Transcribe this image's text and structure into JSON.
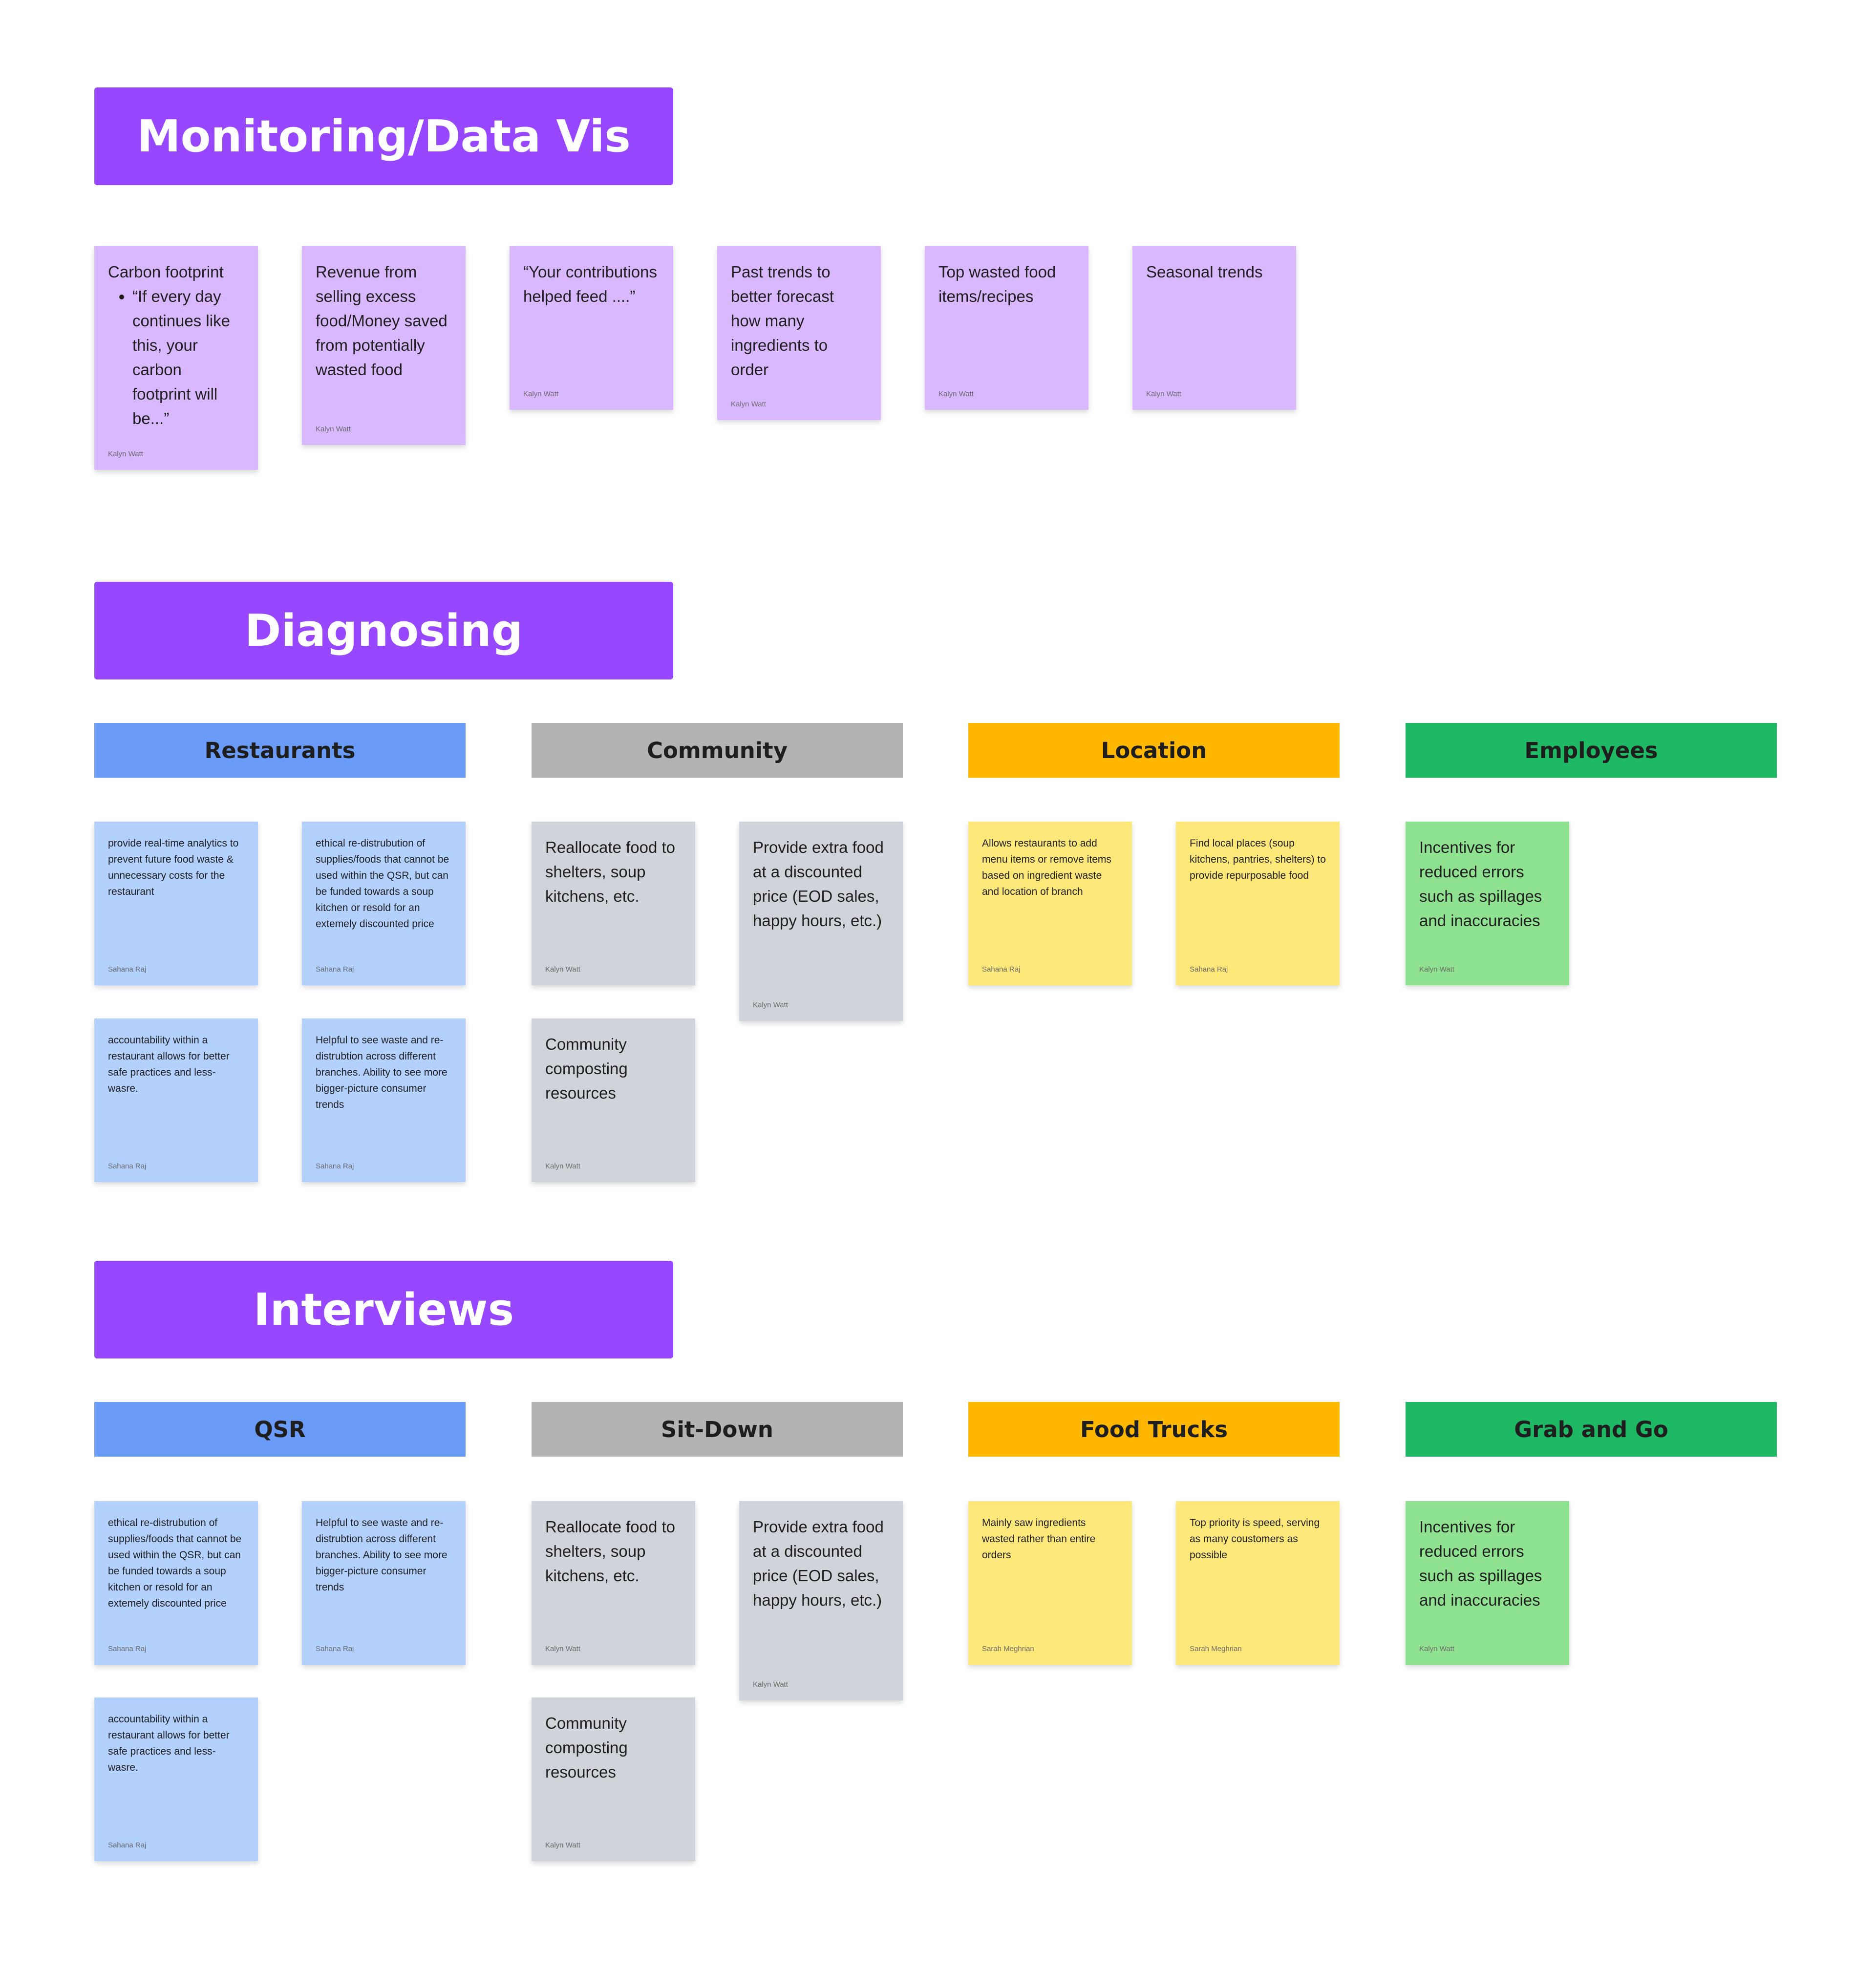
{
  "sections": {
    "monitoring": {
      "title": "Monitoring/Data Vis",
      "notes": [
        {
          "text": "Carbon footprint",
          "bullets": [
            "“If every day continues like this, your carbon footprint will be...”"
          ],
          "author": "Kalyn Watt"
        },
        {
          "text": "Revenue from selling excess food/Money saved from potentially wasted food",
          "author": "Kalyn Watt"
        },
        {
          "text": "“Your contributions helped feed ....”",
          "author": "Kalyn Watt"
        },
        {
          "text": "Past trends to better forecast how many ingredients to order",
          "author": "Kalyn Watt"
        },
        {
          "text": "Top wasted food items/recipes",
          "author": "Kalyn Watt"
        },
        {
          "text": "Seasonal trends",
          "author": "Kalyn Watt"
        }
      ]
    },
    "diagnosing": {
      "title": "Diagnosing",
      "categories": {
        "restaurants": "Restaurants",
        "community": "Community",
        "location": "Location",
        "employees": "Employees"
      },
      "restaurants_notes": [
        {
          "text": "provide real-time analytics to prevent future food waste & unnecessary costs for the restaurant",
          "author": "Sahana Raj"
        },
        {
          "text": "ethical re-distrubution of supplies/foods that cannot be used within the QSR, but can be funded towards a soup kitchen or resold for an extemely discounted price",
          "author": "Sahana Raj"
        },
        {
          "text": "accountability within a restaurant allows for better safe practices and less-wasre.",
          "author": "Sahana Raj"
        },
        {
          "text": "Helpful to see waste and re-distrubtion across different branches. Ability to see more bigger-picture consumer trends",
          "author": "Sahana Raj"
        }
      ],
      "community_notes": [
        {
          "text": "Reallocate food to shelters, soup kitchens, etc.",
          "author": "Kalyn Watt"
        },
        {
          "text": "Provide extra food at a discounted price (EOD sales, happy hours, etc.)",
          "author": "Kalyn Watt"
        },
        {
          "text": "Community composting resources",
          "author": "Kalyn Watt"
        }
      ],
      "location_notes": [
        {
          "text": "Allows restaurants to add menu items or remove items based on ingredient waste and location of branch",
          "author": "Sahana Raj"
        },
        {
          "text": "Find local places (soup kitchens, pantries, shelters) to provide repurposable food",
          "author": "Sahana Raj"
        }
      ],
      "employees_notes": [
        {
          "text": "Incentives for reduced errors such as spillages and inaccuracies",
          "author": "Kalyn Watt"
        }
      ]
    },
    "interviews": {
      "title": "Interviews",
      "categories": {
        "qsr": "QSR",
        "sitdown": "Sit-Down",
        "foodtrucks": "Food Trucks",
        "grabgo": "Grab and Go"
      },
      "qsr_notes": [
        {
          "text": "ethical re-distrubution of supplies/foods that cannot be used within the QSR, but can be funded towards a soup kitchen or resold for an extemely discounted price",
          "author": "Sahana Raj"
        },
        {
          "text": "Helpful to see waste and re-distrubtion across different branches. Ability to see more bigger-picture consumer trends",
          "author": "Sahana Raj"
        },
        {
          "text": "accountability within a restaurant allows for better safe practices and less-wasre.",
          "author": "Sahana Raj"
        }
      ],
      "sitdown_notes": [
        {
          "text": "Reallocate food to shelters, soup kitchens, etc.",
          "author": "Kalyn Watt"
        },
        {
          "text": "Provide extra food at a discounted price (EOD sales, happy hours, etc.)",
          "author": "Kalyn Watt"
        },
        {
          "text": "Community composting resources",
          "author": "Kalyn Watt"
        }
      ],
      "foodtrucks_notes": [
        {
          "text": "Mainly saw ingredients wasted rather than entire orders",
          "author": "Sarah Meghrian"
        },
        {
          "text": "Top priority is speed, serving as many coustomers as possible",
          "author": "Sarah Meghrian"
        }
      ],
      "grabgo_notes": [
        {
          "text": "Incentives for reduced errors such as spillages and inaccuracies",
          "author": "Kalyn Watt"
        }
      ]
    }
  },
  "colors": {
    "header": "#9747ff",
    "blue_header": "#699bf7",
    "gray_header": "#b3b3b3",
    "orange_header": "#ffb700",
    "green_header": "#1fb865",
    "purple_note": "#d9b8ff",
    "blue_note": "#b3d1ff",
    "gray_note": "#d0d4da",
    "yellow_note": "#ffe87a",
    "green_note": "#8fe290"
  }
}
